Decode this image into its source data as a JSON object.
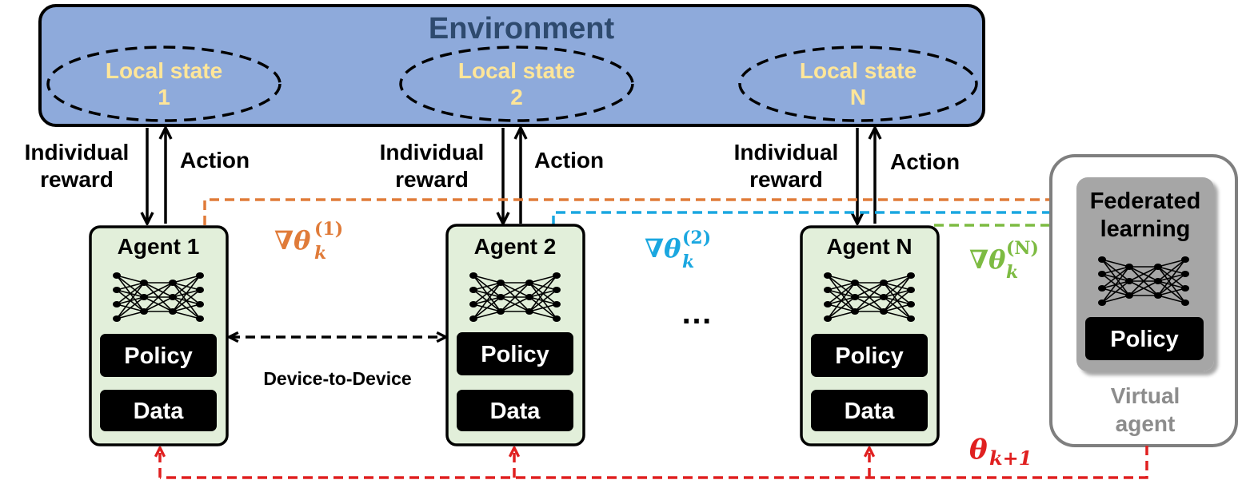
{
  "environment": {
    "title": "Environment",
    "local_states": [
      {
        "line1": "Local state",
        "line2": "1"
      },
      {
        "line1": "Local state",
        "line2": "2"
      },
      {
        "line1": "Local state",
        "line2": "N"
      }
    ]
  },
  "links": [
    {
      "reward_line1": "Individual",
      "reward_line2": "reward",
      "action": "Action"
    },
    {
      "reward_line1": "Individual",
      "reward_line2": "reward",
      "action": "Action"
    },
    {
      "reward_line1": "Individual",
      "reward_line2": "reward",
      "action": "Action"
    }
  ],
  "agents": [
    {
      "title": "Agent 1",
      "policy": "Policy",
      "data": "Data"
    },
    {
      "title": "Agent 2",
      "policy": "Policy",
      "data": "Data"
    },
    {
      "title": "Agent N",
      "policy": "Policy",
      "data": "Data"
    }
  ],
  "ellipsis": "…",
  "d2d_label": "Device-to-Device",
  "gradients": [
    {
      "symbol": "∇θ",
      "sub": "k",
      "sup": "(1)",
      "color": "#E07B39"
    },
    {
      "symbol": "∇θ",
      "sub": "k",
      "sup": "(2)",
      "color": "#1AA7E0"
    },
    {
      "symbol": "∇θ",
      "sub": "k",
      "sup": "(N)",
      "color": "#7DBB42"
    }
  ],
  "federated": {
    "line1": "Federated",
    "line2": "learning",
    "policy": "Policy"
  },
  "virtual_agent": {
    "line1": "Virtual",
    "line2": "agent"
  },
  "theta_next": {
    "symbol": "θ",
    "sub": "k+1",
    "color": "#E02020"
  },
  "colors": {
    "env_fill": "#8EAADB",
    "env_title": "#2E4A6E",
    "local_state_text": "#FFE699",
    "agent_fill": "#E2EFDA",
    "fed_fill": "#A6A6A6",
    "virtual_text": "#8C8C8C"
  }
}
